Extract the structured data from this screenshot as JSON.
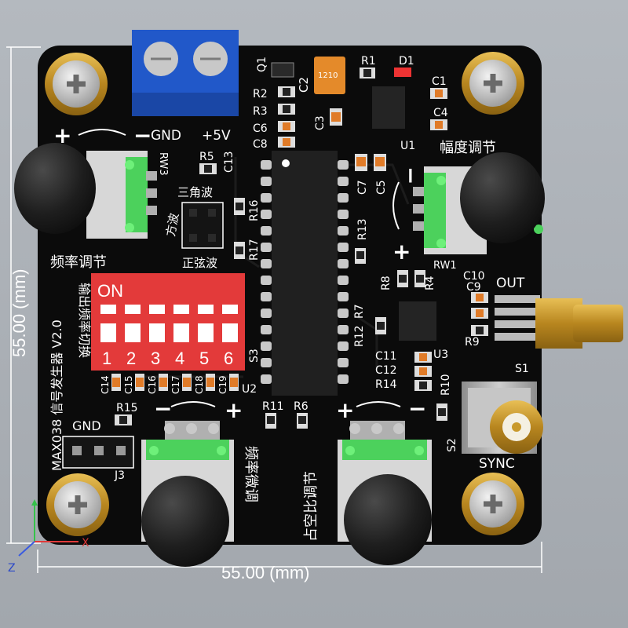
{
  "dimensions": {
    "vertical": "55.00 (mm)",
    "horizontal": "55.00 (mm)"
  },
  "terminal": {
    "gnd": "GND",
    "vcc": "+5V"
  },
  "components": {
    "q1": "Q1",
    "c2": "C2",
    "c2_mark": "1210",
    "r1": "R1",
    "d1": "D1",
    "c1": "C1",
    "r2": "R2",
    "r3": "R3",
    "c6": "C6",
    "c8": "C8",
    "c3": "C3",
    "c4": "C4",
    "u1": "U1",
    "r5": "R5",
    "c13": "C13",
    "rw3": "RW3",
    "r16": "R16",
    "r17": "R17",
    "c7": "C7",
    "c5": "C5",
    "r13": "R13",
    "rw1": "RW1",
    "r8": "R8",
    "r4": "R4",
    "c10": "C10",
    "c9": "C9",
    "r7": "R7",
    "r12": "R12",
    "r9": "R9",
    "c11": "C11",
    "c12": "C12",
    "r14": "R14",
    "u3": "U3",
    "r10": "R10",
    "s1": "S1",
    "s2": "S2",
    "s3": "S3",
    "u2": "U2",
    "r15": "R15",
    "r11": "R11",
    "r6": "R6",
    "j3": "J3",
    "j3_gnd": "GND",
    "caps_row": [
      "C14",
      "C15",
      "C16",
      "C17",
      "C18",
      "C19"
    ]
  },
  "labels": {
    "amplitude": "幅度调节",
    "triangle": "三角波",
    "square": "方波",
    "sine": "正弦波",
    "frequency": "频率调节",
    "board_name": "MAX038 信号发生器 V2.0",
    "freq_switch": "输出频率切换",
    "fine_tune": "频率微调",
    "duty": "占空比调节",
    "out": "OUT",
    "sync": "SYNC",
    "plus": "+",
    "minus": "−"
  },
  "dip": {
    "on_label": "ON",
    "numbers": [
      "1",
      "2",
      "3",
      "4",
      "5",
      "6"
    ]
  },
  "axis": {
    "z": "Z",
    "x": "X"
  },
  "colors": {
    "pcb": "#0b0b0b",
    "dip": "#e33a3a",
    "terminal": "#1f57d6",
    "knob": "#1b1b1b",
    "pot_green": "#4cd15c",
    "gold": "#c99a2c"
  }
}
